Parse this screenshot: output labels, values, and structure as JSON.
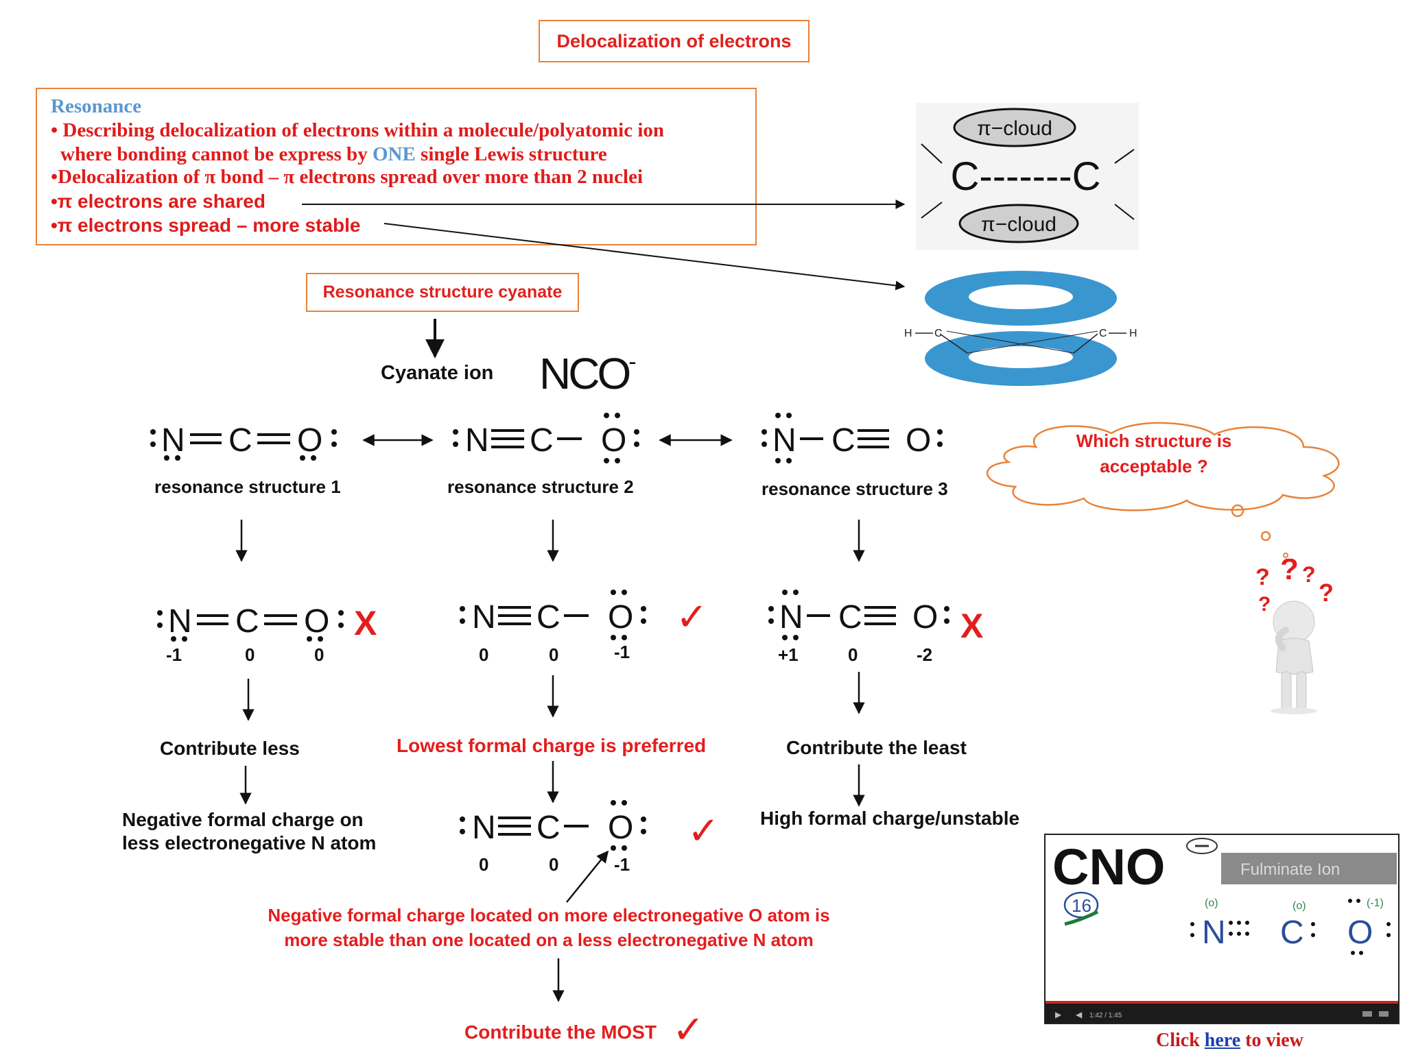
{
  "title": "Delocalization of electrons",
  "resonance": {
    "heading": "Resonance",
    "line1": "• Describing delocalization of electrons within a molecule/polyatomic ion",
    "line2_a": "where bonding cannot be express by ",
    "line2_b": "ONE",
    "line2_c": " single Lewis structure",
    "line3": "•Delocalization of  π bond – π electrons spread over more than 2 nuclei",
    "line4": "•π electrons are shared",
    "line5": "•π electrons spread – more stable"
  },
  "pi_cloud": {
    "top": "π−cloud",
    "bottom": "π−cloud",
    "bond": "C-------C"
  },
  "ring": {
    "h_left": "H",
    "c_left": "C",
    "c_right": "C",
    "h_right": "H"
  },
  "cyanate_box": "Resonance structure cyanate",
  "cyanate_label": "Cyanate ion",
  "formula": "NCO",
  "formula_charge": "-",
  "structures": [
    {
      "label": "resonance structure 1",
      "lewis": "N=C=O",
      "charges": [
        "-1",
        "0",
        "0"
      ],
      "verdict": "X",
      "result": "Contribute less",
      "reason_line1": "Negative formal charge on",
      "reason_line2": "less electronegative N atom"
    },
    {
      "label": "resonance structure 2",
      "lewis": "N≡C–O",
      "charges": [
        "0",
        "0",
        "-1"
      ],
      "verdict": "✓",
      "result": "Lowest formal charge is preferred"
    },
    {
      "label": "resonance structure 3",
      "lewis": "N–C≡O",
      "charges": [
        "+1",
        "0",
        "-2"
      ],
      "verdict": "X",
      "result": "Contribute the least",
      "reason_line1": "High formal charge/unstable"
    }
  ],
  "bottom_structure": {
    "charges": [
      "0",
      "0",
      "-1"
    ]
  },
  "note_line1": "Negative formal charge located on more electronegative O atom is",
  "note_line2": "more stable than one located on a less electronegative N atom",
  "final": "Contribute the MOST",
  "thought": {
    "line1": "Which structure is",
    "line2": "acceptable ?"
  },
  "video": {
    "formula": "CNO",
    "banner": "Fulminate Ion",
    "annotation_count": "16",
    "charges": [
      "(o)",
      "(o)",
      "(-1)"
    ],
    "time": "1:42 / 1:45",
    "caption_a": "Click ",
    "caption_link": "here",
    "caption_b": " to view"
  }
}
